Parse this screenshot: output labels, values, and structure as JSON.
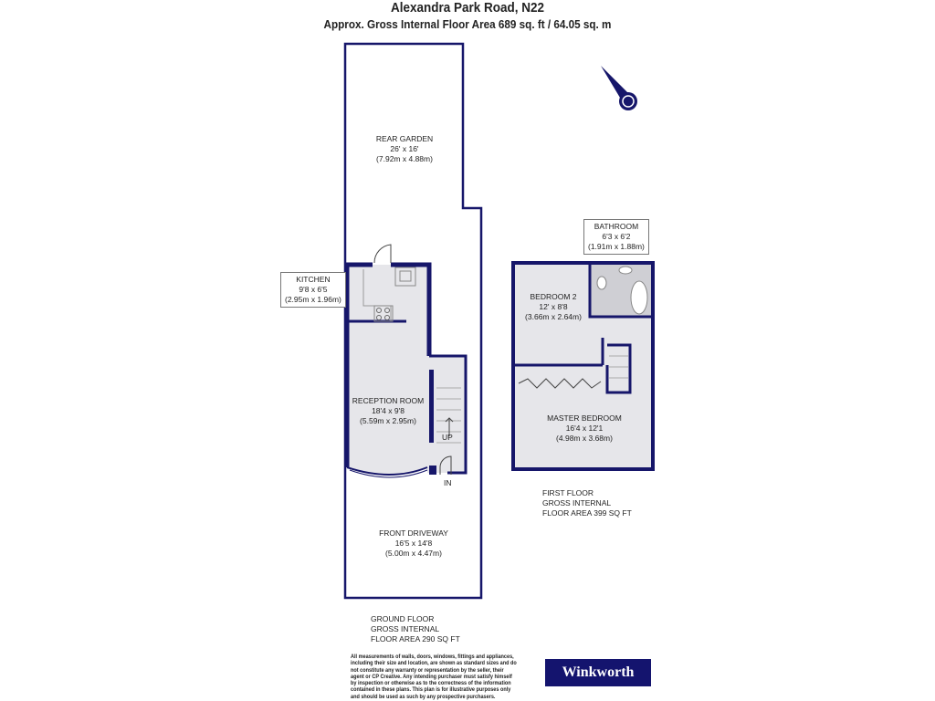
{
  "header": {
    "title": "Alexandra Park Road, N22",
    "subtitle": "Approx. Gross Internal Floor Area 689 sq. ft / 64.05 sq. m"
  },
  "colors": {
    "wall": "#16166a",
    "floor": "#e6e6ea",
    "bathroom": "#cfcfd4",
    "logo_bg": "#14146e"
  },
  "rooms": {
    "rear_garden": {
      "name": "REAR GARDEN",
      "imperial": "26' x 16'",
      "metric": "(7.92m x 4.88m)"
    },
    "kitchen": {
      "name": "KITCHEN",
      "imperial": "9'8 x 6'5",
      "metric": "(2.95m x 1.96m)"
    },
    "reception": {
      "name": "RECEPTION ROOM",
      "imperial": "18'4 x 9'8",
      "metric": "(5.59m x 2.95m)"
    },
    "front_driveway": {
      "name": "FRONT DRIVEWAY",
      "imperial": "16'5 x 14'8",
      "metric": "(5.00m x 4.47m)"
    },
    "bathroom": {
      "name": "BATHROOM",
      "imperial": "6'3 x 6'2",
      "metric": "(1.91m x 1.88m)"
    },
    "bedroom2": {
      "name": "BEDROOM 2",
      "imperial": "12' x 8'8",
      "metric": "(3.66m x 2.64m)"
    },
    "master": {
      "name": "MASTER BEDROOM",
      "imperial": "16'4 x 12'1",
      "metric": "(4.98m x 3.68m)"
    }
  },
  "labels": {
    "up": "UP",
    "in": "IN"
  },
  "ground_floor": {
    "line1": "GROUND FLOOR",
    "line2": "GROSS INTERNAL",
    "line3": "FLOOR AREA 290 SQ FT"
  },
  "first_floor": {
    "line1": "FIRST FLOOR",
    "line2": "GROSS INTERNAL",
    "line3": "FLOOR AREA 399 SQ FT"
  },
  "disclaimer": "All measurements of walls, doors, windows, fittings and appliances, including their size and location, are shown as standard sizes and do not constitute any warranty or representation by the seller, their agent or CP Creative. Any intending purchaser must satisfy himself by inspection or otherwise as to the correctness of the information contained in these plans. This plan is for illustrative purposes only and should be used as such by any prospective purchasers.",
  "logo": "Winkworth",
  "compass": {
    "icon": "north-arrow-compass-icon"
  }
}
